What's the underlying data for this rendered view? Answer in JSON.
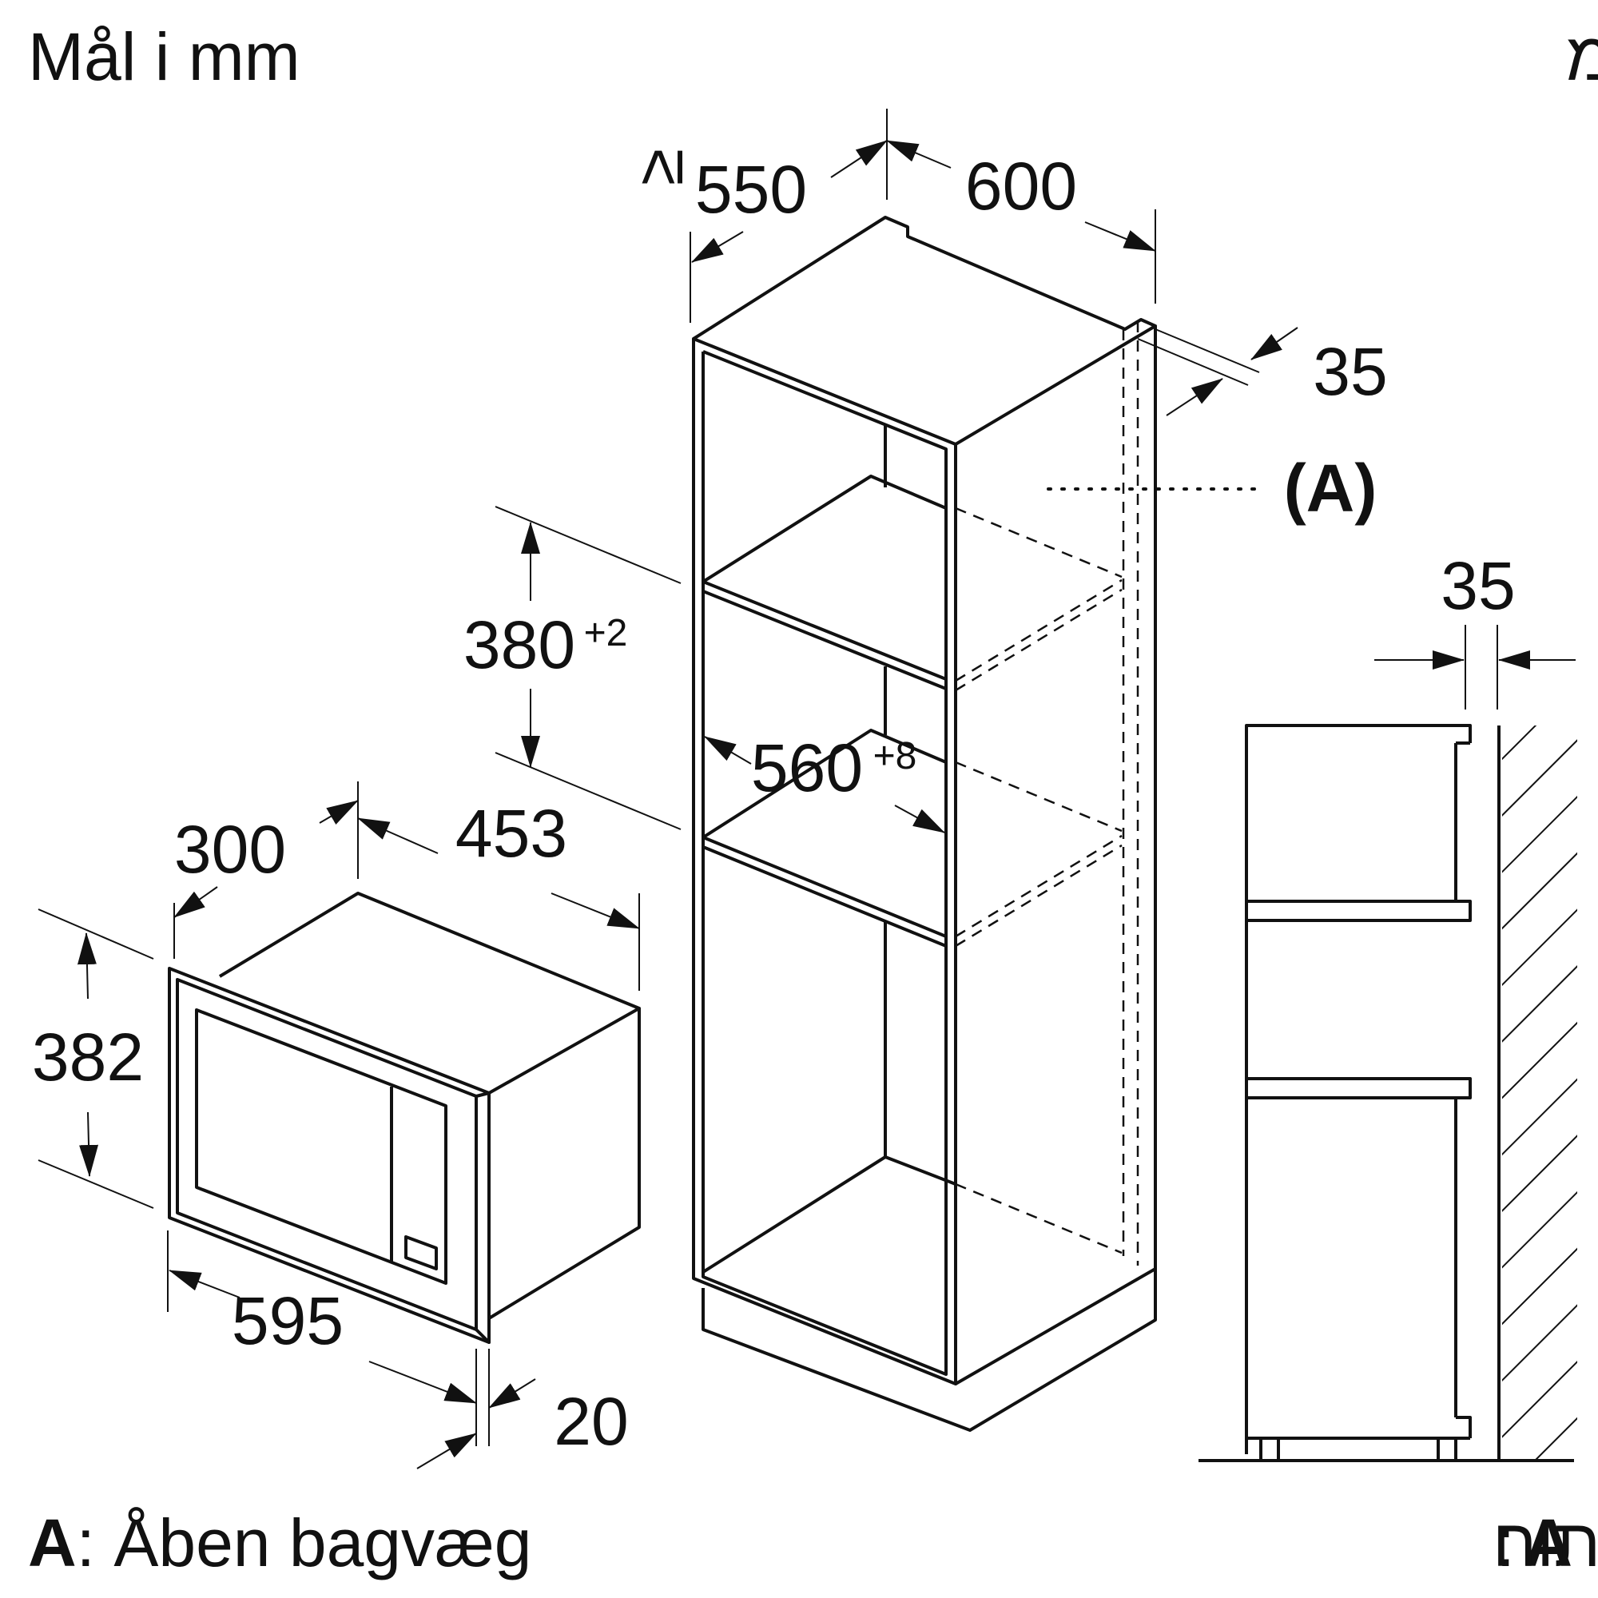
{
  "headings": {
    "unit_danish": "Mål i mm",
    "unit_hebrew": "מידות במ\"מ"
  },
  "microwave": {
    "depth": "300",
    "width": "453",
    "height": "382",
    "front_width": "595",
    "front_depth": "20"
  },
  "cabinet": {
    "min_depth_symbol": "≥",
    "min_depth": "550",
    "width": "600",
    "back_gap": "35",
    "niche_height": "380",
    "niche_height_tol": "+2",
    "niche_width": "560",
    "niche_width_tol": "+8",
    "marker": "(A)"
  },
  "side_view": {
    "gap": "35"
  },
  "legend": {
    "letter": "A",
    "danish_text": ": Åben bagvæg",
    "hebrew_text": "לוח אחורי פתוח"
  }
}
